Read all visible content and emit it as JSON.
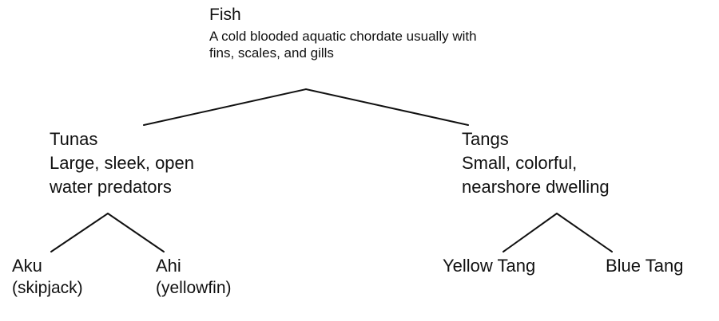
{
  "tree": {
    "root": {
      "title": "Fish",
      "desc_line1": "A cold blooded aquatic chordate usually with",
      "desc_line2": "fins, scales, and gills"
    },
    "tunas": {
      "title": "Tunas",
      "desc_line1": "Large, sleek, open",
      "desc_line2": "water predators"
    },
    "tangs": {
      "title": "Tangs",
      "desc_line1": "Small, colorful,",
      "desc_line2": "nearshore dwelling"
    },
    "aku": {
      "title": "Aku",
      "desc": "(skipjack)"
    },
    "ahi": {
      "title": "Ahi",
      "desc": "(yellowfin)"
    },
    "yellow_tang": {
      "title": "Yellow Tang"
    },
    "blue_tang": {
      "title": "Blue Tang"
    }
  },
  "style": {
    "line_color": "#111111",
    "text_color": "#111111",
    "background": "#ffffff"
  }
}
